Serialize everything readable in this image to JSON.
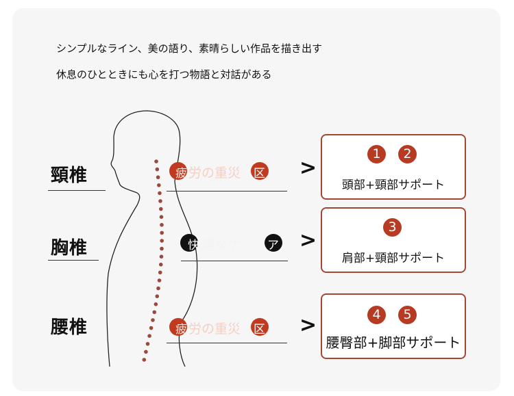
{
  "intro": [
    "シンプルなライン、美の語り、素晴らしい作品を描き出す",
    "休息のひとときにも心を打つ物語と対話がある"
  ],
  "sections": [
    {
      "label": "頸椎",
      "overlay": {
        "first": "疲",
        "rest": "労の重災",
        "last": "区"
      },
      "numbers": [
        "1",
        "2"
      ],
      "support": "頭部+頸部サポート"
    },
    {
      "label": "胸椎",
      "overlay": {
        "first": "快",
        "rest": "適なケ",
        "last": "ア"
      },
      "numbers": [
        "3"
      ],
      "support": "肩部+頸部サポート"
    },
    {
      "label": "腰椎",
      "overlay": {
        "first": "疲",
        "rest": "労の重災",
        "last": "区"
      },
      "numbers": [
        "4",
        "5"
      ],
      "support": "腰臀部+脚部サポート"
    }
  ],
  "colors": {
    "accent": "#b73a22",
    "dots": "#9a4a3c",
    "card": "#f6f6f6"
  }
}
